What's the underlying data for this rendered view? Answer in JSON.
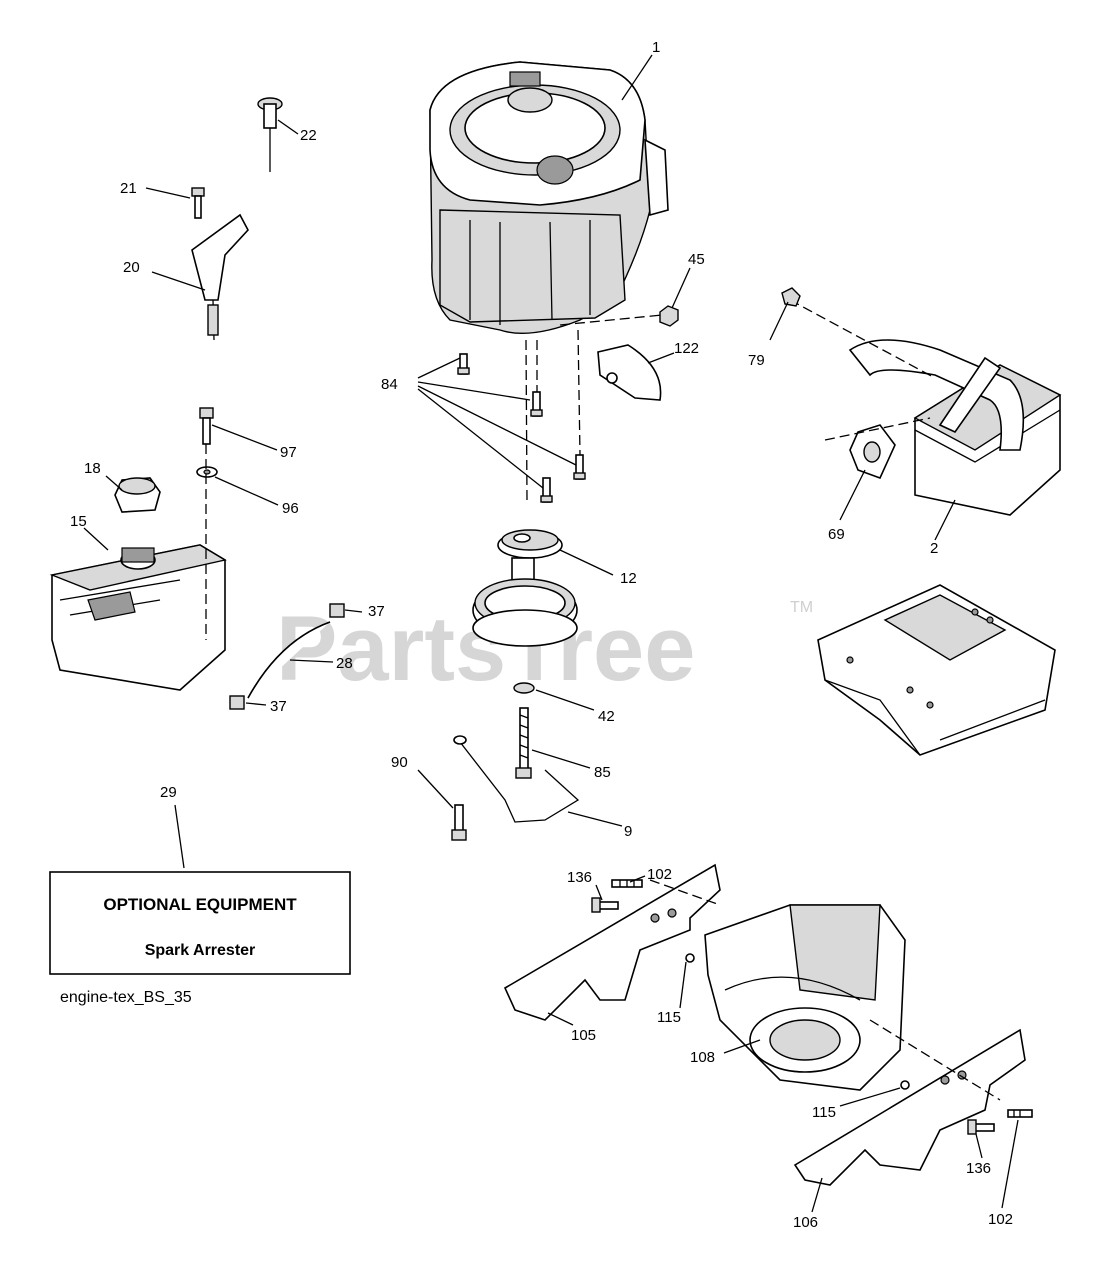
{
  "watermark": {
    "text": "PartsTree",
    "trademark": "TM"
  },
  "callouts": [
    "1",
    "2",
    "9",
    "12",
    "15",
    "18",
    "20",
    "21",
    "22",
    "28",
    "29",
    "37",
    "37",
    "42",
    "45",
    "69",
    "79",
    "84",
    "85",
    "90",
    "96",
    "97",
    "102",
    "102",
    "105",
    "106",
    "108",
    "115",
    "115",
    "122",
    "136",
    "136"
  ],
  "optional_box": {
    "title": "OPTIONAL EQUIPMENT",
    "item": "Spark Arrester"
  },
  "caption": "engine-tex_BS_35"
}
